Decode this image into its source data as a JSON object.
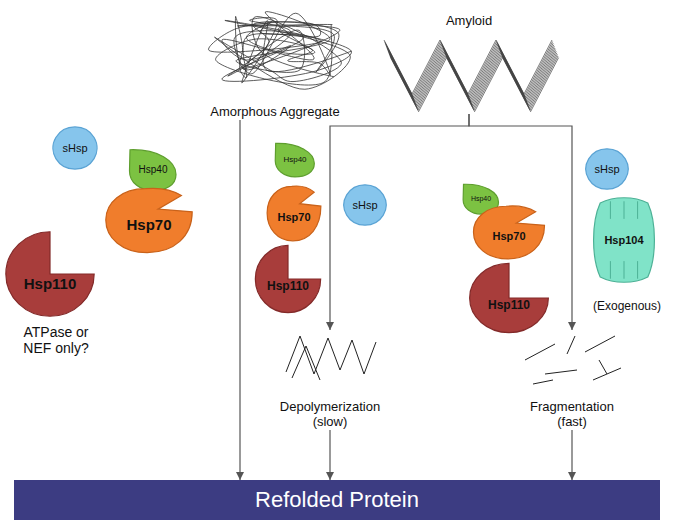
{
  "diagram": {
    "nodes": [
      {
        "text": [
          "Amorphous Aggregate"
        ]
      },
      {
        "text": [
          "Amyloid"
        ]
      },
      {
        "text": [
          "sHsp"
        ]
      },
      {
        "text": [
          "Hsp40"
        ]
      },
      {
        "text": [
          "Hsp70"
        ]
      },
      {
        "text": [
          "Hsp110"
        ]
      },
      {
        "text": [
          "Hsp40"
        ]
      },
      {
        "text": [
          "Hsp70"
        ]
      },
      {
        "text": [
          "sHsp"
        ]
      },
      {
        "text": [
          "Hsp110"
        ]
      },
      {
        "text": [
          "sHsp"
        ]
      },
      {
        "text": [
          "Hsp40"
        ]
      },
      {
        "text": [
          "Hsp70"
        ]
      },
      {
        "text": [
          "Hsp104"
        ]
      },
      {
        "text": [
          "Hsp110"
        ]
      },
      {
        "text": [
          "Depolymerization (slow)"
        ]
      },
      {
        "text": [
          "Fragmentation (fast)"
        ]
      },
      {
        "text": [
          "Refolded Protein"
        ]
      }
    ],
    "edges": [
      {
        "from": 0,
        "to": 17,
        "arrow": "to"
      },
      {
        "from": 1,
        "to": 15,
        "arrow": "to"
      },
      {
        "from": 1,
        "to": 16,
        "arrow": "to"
      },
      {
        "from": 15,
        "to": 17,
        "arrow": "to"
      },
      {
        "from": 16,
        "to": 17,
        "arrow": "to"
      }
    ],
    "labels": [
      "ATPase or NEF only?",
      "(Exogenous)"
    ]
  }
}
